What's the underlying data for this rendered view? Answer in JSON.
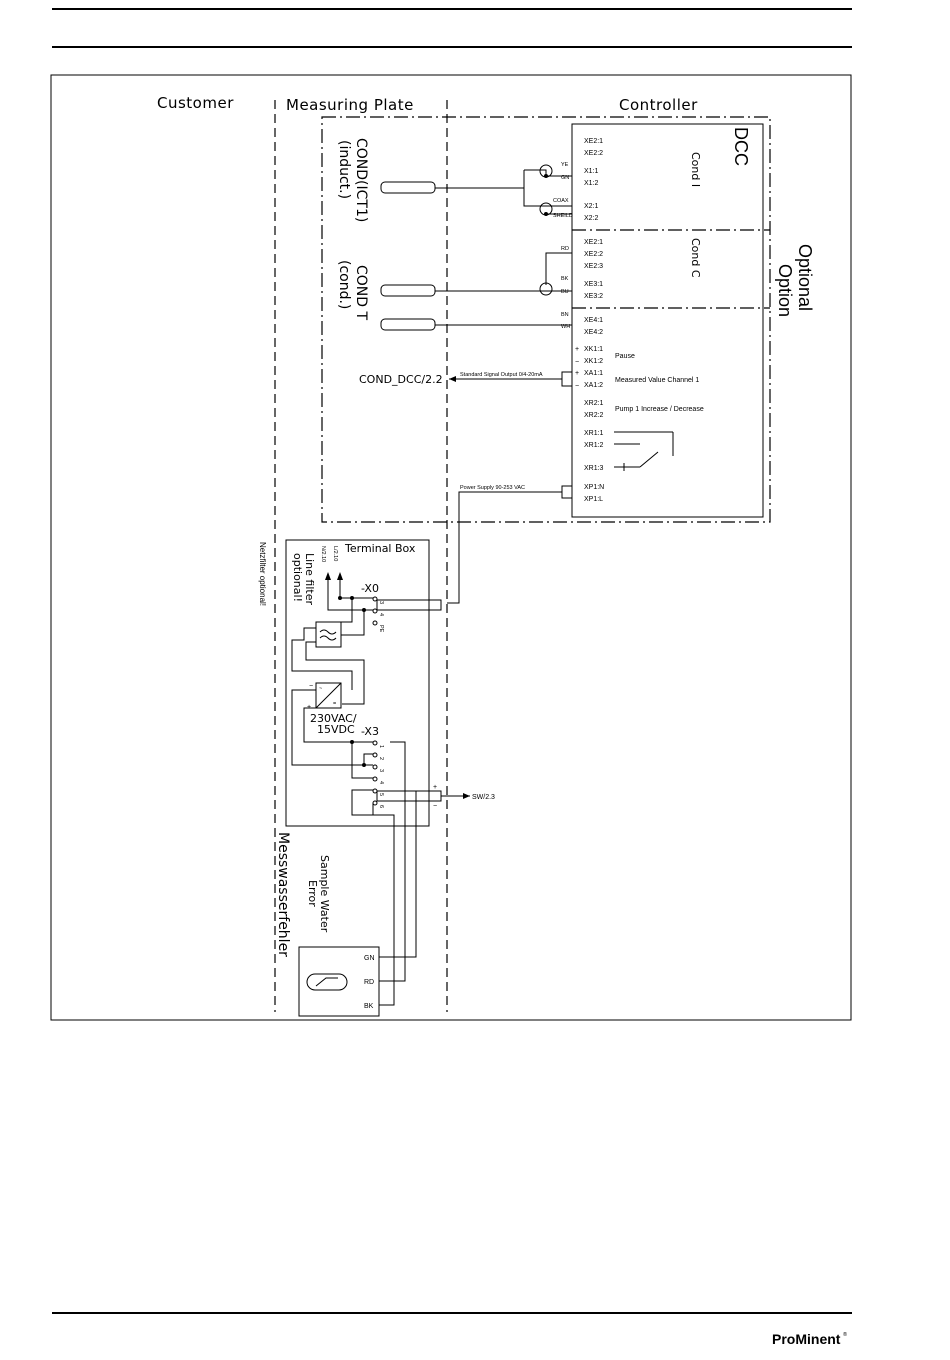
{
  "regions": {
    "customer": "Customer",
    "measuring_plate": "Measuring Plate",
    "controller": "Controller"
  },
  "sensors": {
    "cond_ict1_line1": "COND(ICT1)",
    "cond_ict1_line2": "(induct.)",
    "cond_t_line1": "COND T",
    "cond_t_line2": "(cond.)"
  },
  "module": {
    "name": "DCC",
    "cond_i": "Cond I",
    "cond_c": "Cond C",
    "optional": "Optional",
    "option": "Option"
  },
  "wire_colors": {
    "ye": "YE",
    "gn": "GN",
    "coax": "COAX",
    "shield": "SHEILD",
    "rd": "RD",
    "bk": "BK",
    "bu": "BU",
    "bn": "BN",
    "wh": "WH"
  },
  "terminals": {
    "xe2_1": "XE2:1",
    "xe2_2": "XE2:2",
    "x1_1": "X1:1",
    "x1_2": "X1:2",
    "x2_1": "X2:1",
    "x2_2": "X2:2",
    "xe2_1b": "XE2:1",
    "xe2_2b": "XE2:2",
    "xe2_3": "XE2:3",
    "xe3_1": "XE3:1",
    "xe3_2": "XE3:2",
    "xe4_1": "XE4:1",
    "xe4_2": "XE4:2",
    "xk1_1": "XK1:1",
    "xk1_2": "XK1:2",
    "xa1_1": "XA1:1",
    "xa1_2": "XA1:2",
    "xr2_1": "XR2:1",
    "xr2_2": "XR2:2",
    "xr1_1": "XR1:1",
    "xr1_2": "XR1:2",
    "xr1_3": "XR1:3",
    "xp1_n": "XP1:N",
    "xp1_l": "XP1:L"
  },
  "functions": {
    "pause": "Pause",
    "measured_value": "Measured Value Channel 1",
    "pump": "Pump 1 Increase / Decrease"
  },
  "signals": {
    "std_output": "Standard Signal Output 0/4-20mA",
    "cond_dcc_ref": "COND_DCC/2.2",
    "power_supply": "Power Supply 90-253 VAC",
    "sw_ref": "SW/2.3"
  },
  "terminal_box": {
    "title": "Terminal Box",
    "n_ref": "N/2.10",
    "l_ref": "L/2.10",
    "line_filter_1": "Line filter",
    "line_filter_2": "optional!",
    "x0": "-X0",
    "x3": "-X3",
    "x0_labels": [
      "3",
      "4",
      "PE"
    ],
    "x3_labels": [
      "1",
      "2",
      "3",
      "4",
      "5",
      "6"
    ],
    "psu_1": "230VAC/",
    "psu_2": "15VDC",
    "netzfilter": "Netzfilter optional!"
  },
  "sample_water": {
    "line1": "Sample Water",
    "line2": "Error",
    "messwasser": "Messwasserfehler",
    "gn": "GN",
    "rd": "RD",
    "bk": "BK"
  },
  "footer": {
    "logo": "ProMinent",
    "reg": "®"
  }
}
